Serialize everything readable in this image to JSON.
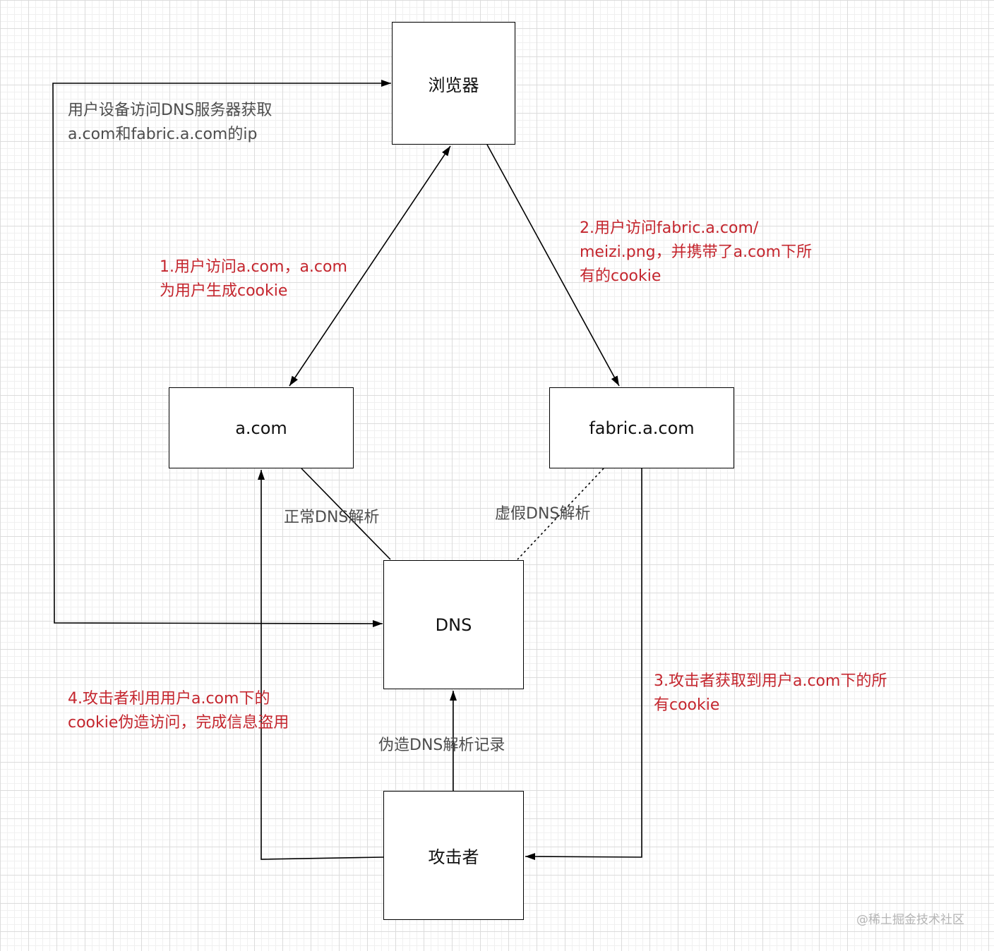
{
  "nodes": {
    "browser": "浏览器",
    "a_com": "a.com",
    "fabric": "fabric.a.com",
    "dns": "DNS",
    "attacker": "攻击者"
  },
  "edge_labels": {
    "device_dns": [
      "用户设备访问DNS服务器获取",
      "a.com和fabric.a.com的ip"
    ],
    "step1": [
      "1.用户访问a.com，a.com",
      "为用户生成cookie"
    ],
    "step2": [
      "2.用户访问fabric.a.com/",
      "meizi.png，并携带了a.com下所",
      "有的cookie"
    ],
    "step3": [
      "3.攻击者获取到用户a.com下的所",
      "有cookie"
    ],
    "step4": [
      "4.攻击者利用用户a.com下的",
      "cookie伪造访问，完成信息盗用"
    ],
    "normal_dns": "正常DNS解析",
    "fake_dns": "虚假DNS解析",
    "forge_dns": "伪造DNS解析记录"
  },
  "watermark": "@稀土掘金技术社区",
  "colors": {
    "annotation_red": "#c4262e",
    "label_gray": "#4d4d4d",
    "watermark": "#b5b5b5"
  }
}
